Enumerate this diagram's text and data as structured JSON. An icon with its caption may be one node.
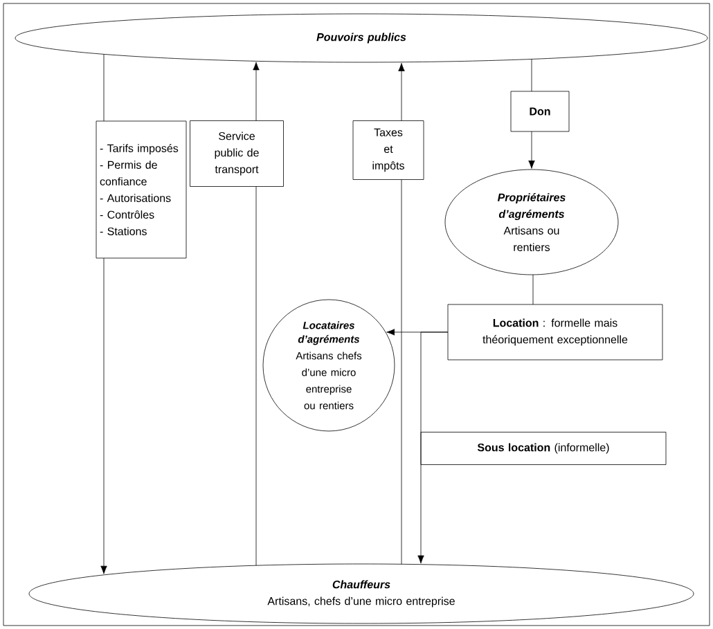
{
  "diagram": {
    "nodes": [
      {
        "text": [
          "Pouvoirs publics"
        ]
      },
      {
        "text": [
          "- Tarifs imposés",
          "- Permis de confiance",
          "- Autorisations",
          "- Contrôles",
          "- Stations"
        ]
      },
      {
        "text": [
          "Service public de transport"
        ]
      },
      {
        "text": [
          "Taxes et impôts"
        ]
      },
      {
        "text": [
          "Don"
        ]
      },
      {
        "text": [
          "Propriétaires d’agréments",
          "Artisans ou rentiers"
        ]
      },
      {
        "text": [
          "Locataires d’agréments",
          "Artisans chefs d’une micro entreprise ou rentiers"
        ]
      },
      {
        "text": [
          "**Location** : formelle mais théoriquement exceptionnelle"
        ]
      },
      {
        "text": [
          "**Sous location** (informelle)"
        ]
      },
      {
        "text": [
          "Chauffeurs",
          "Artisans, chefs d’une micro entreprise"
        ]
      }
    ],
    "edges": [
      {
        "from": 0,
        "to": 1,
        "arrow": "none"
      },
      {
        "from": 1,
        "to": 9,
        "arrow": "to"
      },
      {
        "from": 9,
        "to": 2,
        "arrow": "none"
      },
      {
        "from": 2,
        "to": 0,
        "arrow": "to"
      },
      {
        "from": 9,
        "to": 3,
        "arrow": "none"
      },
      {
        "from": 3,
        "to": 0,
        "arrow": "to"
      },
      {
        "from": 0,
        "to": 4,
        "arrow": "none"
      },
      {
        "from": 4,
        "to": 5,
        "arrow": "to"
      },
      {
        "from": 5,
        "to": 7,
        "arrow": "none"
      },
      {
        "from": 7,
        "to": 6,
        "arrow": "to"
      },
      {
        "from": 7,
        "to": 9,
        "arrow": "to"
      }
    ]
  }
}
